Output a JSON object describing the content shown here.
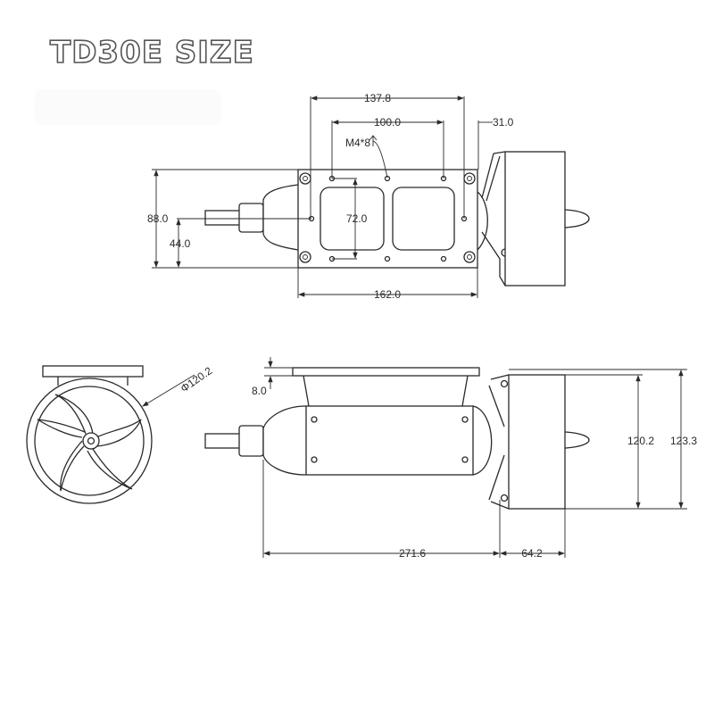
{
  "title": "TD30E SIZE",
  "top_view": {
    "dim_outer_holes": "137.8",
    "dim_inner_holes": "100.0",
    "dim_offset": "31.0",
    "thread_note": "M4*8",
    "dim_height": "88.0",
    "dim_center_height": "44.0",
    "dim_hole_spacing": "72.0",
    "dim_plate_length": "162.0"
  },
  "front_view": {
    "dim_diameter": "Φ120.2"
  },
  "side_view": {
    "dim_plate_thickness": "8.0",
    "dim_duct_height": "120.2",
    "dim_total_height": "123.3",
    "dim_body_length": "271.6",
    "dim_duct_length": "64.2"
  }
}
